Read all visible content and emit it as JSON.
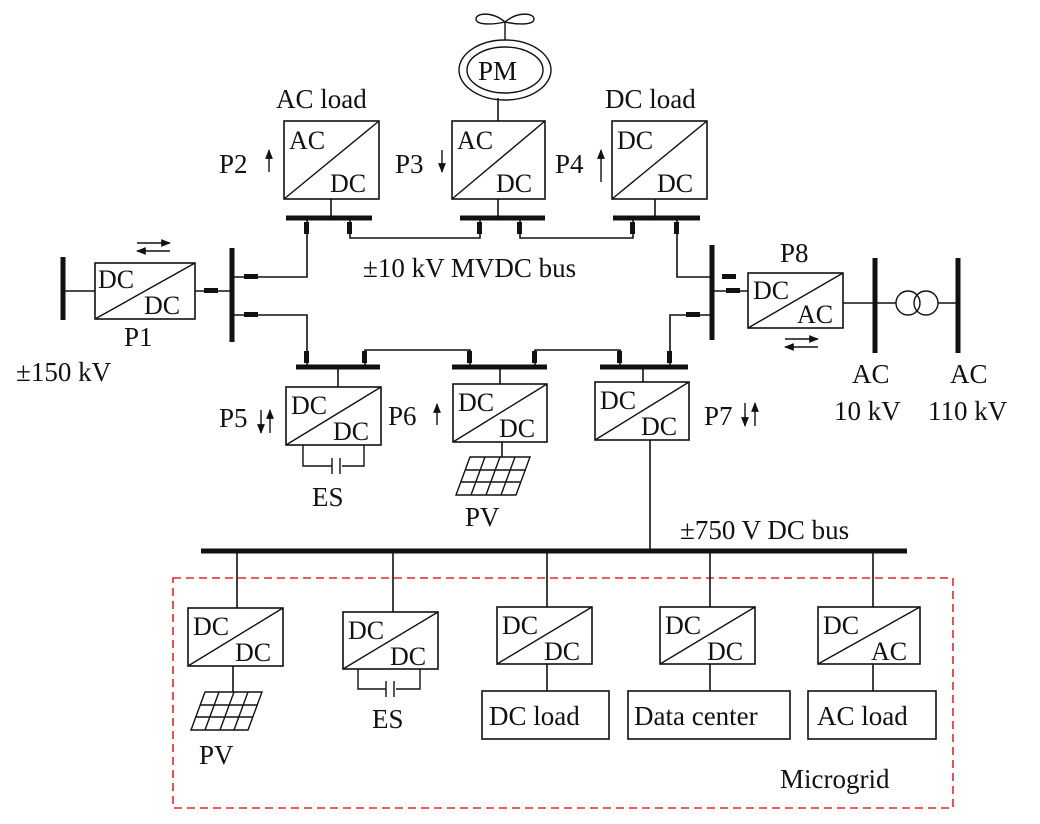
{
  "labels": {
    "mvdc_bus": "±10 kV MVDC bus",
    "hv_dc": "±150 kV",
    "ac_10kv_top": "AC",
    "ac_10kv_bottom": "10 kV",
    "ac_110kv_top": "AC",
    "ac_110kv_bottom": "110 kV",
    "lvdc_bus": "±750 V DC bus",
    "microgrid": "Microgrid",
    "ac_load_top": "AC load",
    "dc_load_top": "DC load",
    "pm": "PM",
    "es_mid": "ES",
    "pv_mid": "PV",
    "pv_micro": "PV",
    "es_micro": "ES",
    "dc_load_box": "DC load",
    "data_center_box": "Data center",
    "ac_load_box": "AC load"
  },
  "ports": {
    "p1": "P1",
    "p2": "P2",
    "p3": "P3",
    "p4": "P4",
    "p5": "P5",
    "p6": "P6",
    "p7": "P7",
    "p8": "P8"
  },
  "converters": {
    "p1": {
      "top": "DC",
      "bottom": "DC"
    },
    "p2": {
      "top": "AC",
      "bottom": "DC"
    },
    "p3": {
      "top": "AC",
      "bottom": "DC"
    },
    "p4": {
      "top": "DC",
      "bottom": "DC"
    },
    "p5": {
      "top": "DC",
      "bottom": "DC"
    },
    "p6": {
      "top": "DC",
      "bottom": "DC"
    },
    "p7": {
      "top": "DC",
      "bottom": "DC"
    },
    "p8": {
      "top": "DC",
      "bottom": "AC"
    },
    "m1": {
      "top": "DC",
      "bottom": "DC"
    },
    "m2": {
      "top": "DC",
      "bottom": "DC"
    },
    "m3": {
      "top": "DC",
      "bottom": "DC"
    },
    "m4": {
      "top": "DC",
      "bottom": "DC"
    },
    "m5": {
      "top": "DC",
      "bottom": "AC"
    }
  },
  "colors": {
    "line": "#111111",
    "microgrid_border": "#e0282e"
  }
}
